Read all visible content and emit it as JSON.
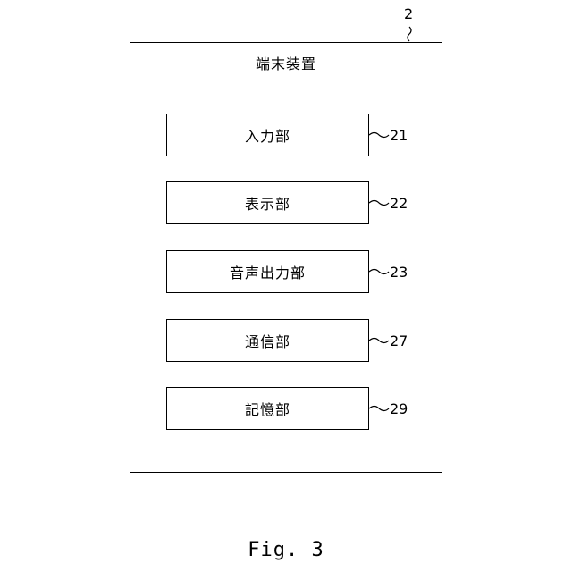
{
  "device": {
    "ref": "2",
    "title": "端末装置"
  },
  "components": [
    {
      "label": "入力部",
      "ref": "21"
    },
    {
      "label": "表示部",
      "ref": "22"
    },
    {
      "label": "音声出力部",
      "ref": "23"
    },
    {
      "label": "通信部",
      "ref": "27"
    },
    {
      "label": "記憶部",
      "ref": "29"
    }
  ],
  "caption": "Fig. 3"
}
